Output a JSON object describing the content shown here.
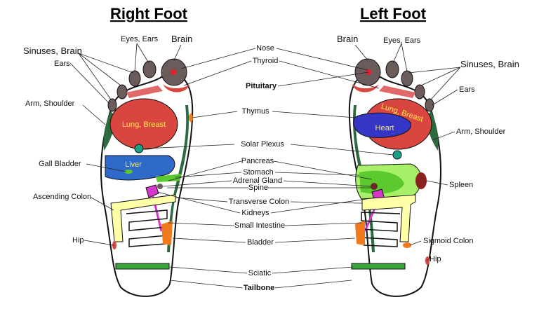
{
  "titles": {
    "right": "Right Foot",
    "left": "Left Foot"
  },
  "right_labels": {
    "sinuses_brain": "Sinuses, Brain",
    "eyes_ears": "Eyes, Ears",
    "brain": "Brain",
    "ears": "Ears",
    "arm_shoulder": "Arm, Shoulder",
    "gall_bladder": "Gall Bladder",
    "ascending_colon": "Ascending Colon",
    "hip": "Hip"
  },
  "center_labels": {
    "nose": "Nose",
    "thyroid": "Thyroid",
    "pituitary": "Pituitary",
    "thymus": "Thymus",
    "solar_plexus": "Solar Plexus",
    "pancreas": "Pancreas",
    "stomach": "Stomach",
    "adrenal_gland": "Adrenal Gland",
    "spine": "Spine",
    "transverse_colon": "Transverse Colon",
    "kidneys": "Kidneys",
    "small_intestine": "Small Intestine",
    "bladder": "Bladder",
    "sciatic": "Sciatic",
    "tailbone": "Tailbone"
  },
  "left_labels": {
    "brain": "Brain",
    "eyes_ears": "Eyes, Ears",
    "sinuses_brain": "Sinuses, Brain",
    "ears": "Ears",
    "arm_shoulder": "Arm, Shoulder",
    "spleen": "Spleen",
    "sigmoid_colon": "Sigmoid Colon",
    "hip": "Hip"
  },
  "inner_labels": {
    "lung_breast_right": "Lung, Breast",
    "liver": "Liver",
    "lung_breast_left": "Lung, Breast",
    "heart": "Heart"
  },
  "colors": {
    "lung": "#d9453f",
    "liver": "#2f69c9",
    "heart": "#3535c6",
    "stomach_light": "#a8ef6a",
    "stomach_dark": "#5cc92e",
    "toe": "#6b5b5b",
    "arm_band": "#2d6b3f",
    "colon": "#ffffa8",
    "bladder": "#f07a1e",
    "sciatic": "#3aa53a",
    "kidney": "#d636c9",
    "solar_plexus": "#1aa086"
  }
}
